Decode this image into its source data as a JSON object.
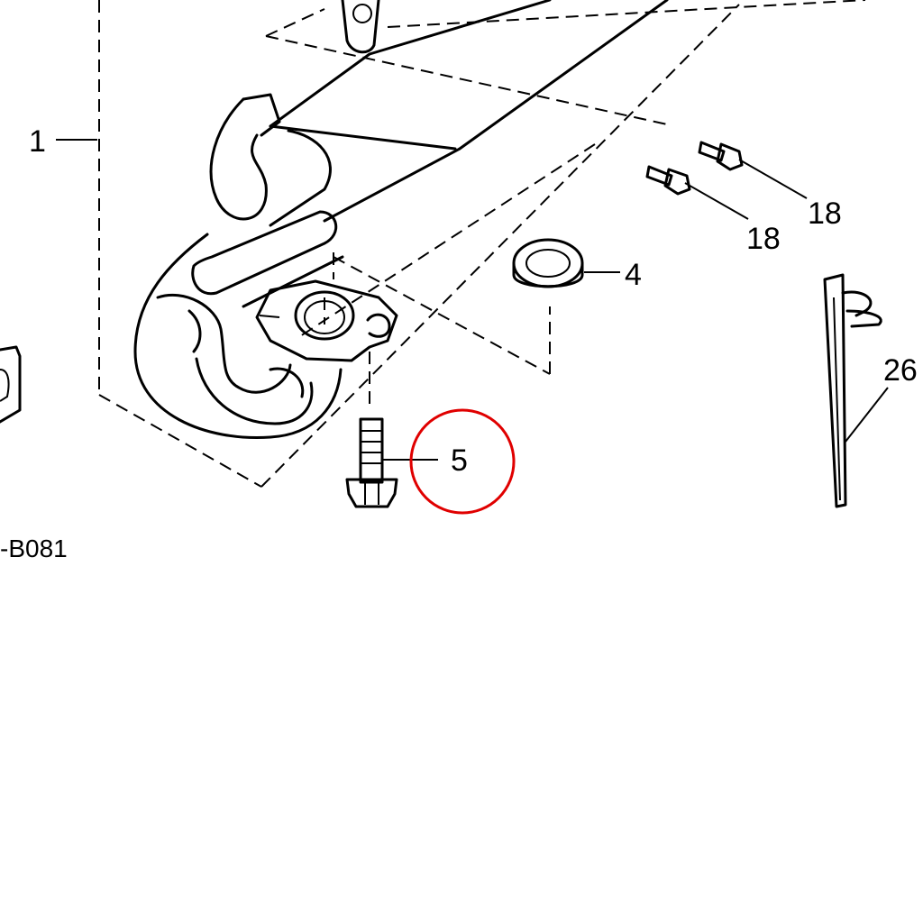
{
  "callouts": {
    "part_1": "1",
    "part_4": "4",
    "part_5": "5",
    "part_18a": "18",
    "part_18b": "18",
    "part_26": "26"
  },
  "diagram_code": "-B081",
  "highlight_color": "#e00000"
}
